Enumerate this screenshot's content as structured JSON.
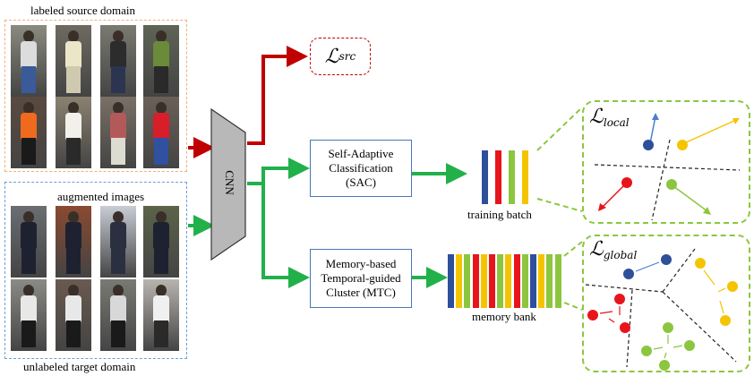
{
  "source": {
    "label": "labeled source domain",
    "border_color": "#f0b27a",
    "images": [
      {
        "id": "s1",
        "bg": "#8a8a80",
        "top": "#dcdcdc",
        "bottom": "#3a5a9a"
      },
      {
        "id": "s2",
        "bg": "#6e6a60",
        "top": "#ece6c8",
        "bottom": "#cfc9b0"
      },
      {
        "id": "s3",
        "bg": "#7a7a70",
        "top": "#2c2c2c",
        "bottom": "#2c3550"
      },
      {
        "id": "s4",
        "bg": "#5e6456",
        "top": "#6b8a3a",
        "bottom": "#2a2a2a"
      },
      {
        "id": "s5",
        "bg": "#5a4a40",
        "top": "#f06a1e",
        "bottom": "#1a1a1a"
      },
      {
        "id": "s6",
        "bg": "#8a8270",
        "top": "#f2f0ea",
        "bottom": "#2a2a2a"
      },
      {
        "id": "s7",
        "bg": "#7a7066",
        "top": "#b25a5a",
        "bottom": "#dcdcd0"
      },
      {
        "id": "s8",
        "bg": "#6a6058",
        "top": "#d81e2a",
        "bottom": "#3050a0"
      }
    ]
  },
  "target": {
    "label": "augmented images",
    "bottom_label": "unlabeled target domain",
    "border_color": "#6aa0d8",
    "images": [
      {
        "id": "t1",
        "bg": "#6a6e72",
        "top": "#1e2230",
        "bottom": "#1e2230",
        "frame": false
      },
      {
        "id": "t2",
        "bg": "#8a4a30",
        "top": "#1e2230",
        "bottom": "#1e2230",
        "frame": true
      },
      {
        "id": "t3",
        "bg": "#c8ccd4",
        "top": "#2a3040",
        "bottom": "#2a3040",
        "frame": true
      },
      {
        "id": "t4",
        "bg": "#5a6448",
        "top": "#1e2230",
        "bottom": "#1e2230",
        "frame": true
      },
      {
        "id": "t5",
        "bg": "#8a8a86",
        "top": "#e8e8e8",
        "bottom": "#1a1a1a",
        "frame": false
      },
      {
        "id": "t6",
        "bg": "#6a5a50",
        "top": "#e8e8e8",
        "bottom": "#1a1a1a",
        "frame": true
      },
      {
        "id": "t7",
        "bg": "#7a7a74",
        "top": "#d8d8d8",
        "bottom": "#1a1a1a",
        "frame": true
      },
      {
        "id": "t8",
        "bg": "#b8b4b0",
        "top": "#f0f0f0",
        "bottom": "#2a2a2a",
        "frame": true
      }
    ]
  },
  "cnn": {
    "label": "CNN",
    "fill": "#b8b8b8"
  },
  "loss_src": {
    "symbol": "ℒ",
    "subscript": "src",
    "color": "#c00000"
  },
  "sac": {
    "line1": "Self-Adaptive",
    "line2": "Classification",
    "line3": "(SAC)"
  },
  "mtc": {
    "line1": "Memory-based",
    "line2": "Temporal-guided",
    "line3": "Cluster (MTC)"
  },
  "training_batch": {
    "label": "training batch",
    "colors": [
      "#2e4f9a",
      "#e8141c",
      "#8cc63f",
      "#f5c400"
    ]
  },
  "memory_bank": {
    "label": "memory bank",
    "colors": [
      "#2e4f9a",
      "#f5c400",
      "#8cc63f",
      "#e8141c",
      "#f5c400",
      "#e8141c",
      "#8cc63f",
      "#f5c400",
      "#e8141c",
      "#8cc63f",
      "#2e4f9a",
      "#f5c400",
      "#8cc63f",
      "#8cc63f"
    ]
  },
  "local_panel": {
    "symbol": "ℒ",
    "subscript": "local"
  },
  "global_panel": {
    "symbol": "ℒ",
    "subscript": "global"
  },
  "colors": {
    "red": "#c00000",
    "green": "#22b04a",
    "blue": "#2e4f9a",
    "yellow": "#f5c400",
    "lime": "#8cc63f",
    "bright_red": "#e8141c",
    "panel_border": "#8cc63f"
  }
}
